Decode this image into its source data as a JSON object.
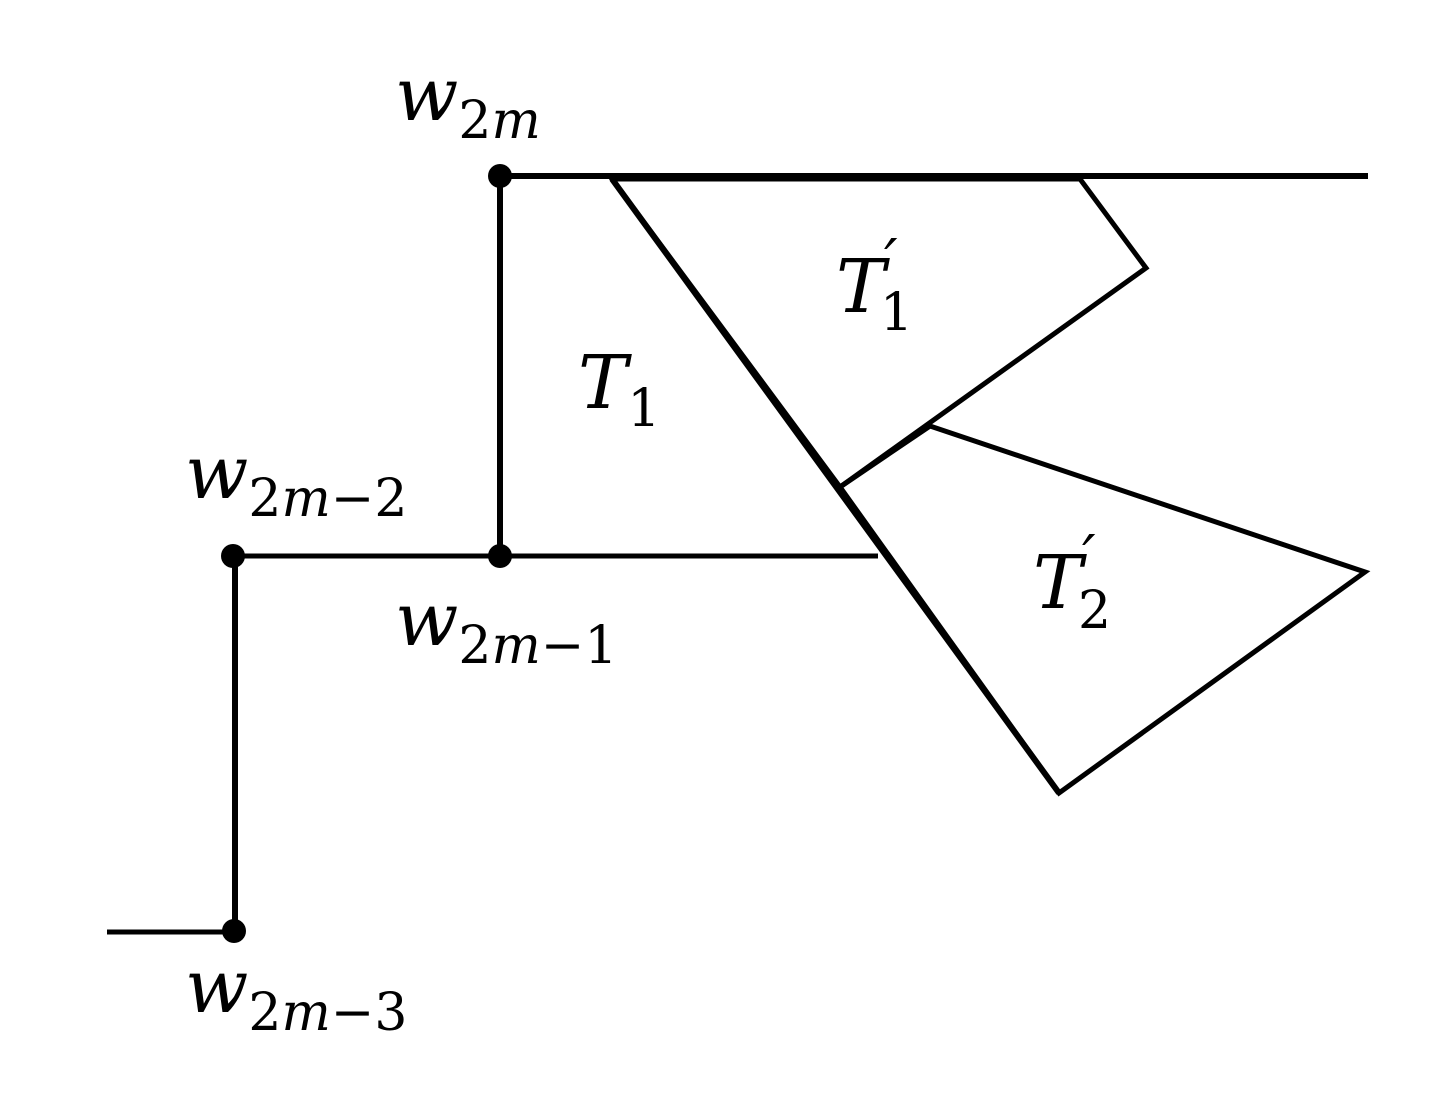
{
  "labels": {
    "w2m": {
      "base": "w",
      "sub_num": "2",
      "sub_var": "m",
      "sub_rest": ""
    },
    "w2m_2": {
      "base": "w",
      "sub_num": "2",
      "sub_var": "m",
      "sub_rest": "−2"
    },
    "w2m_1": {
      "base": "w",
      "sub_num": "2",
      "sub_var": "m",
      "sub_rest": "−1"
    },
    "w2m_3": {
      "base": "w",
      "sub_num": "2",
      "sub_var": "m",
      "sub_rest": "−3"
    },
    "T1": {
      "base": "T",
      "sub": "1"
    },
    "T1p": {
      "base": "T",
      "prime": "′",
      "sub": "1"
    },
    "T2p": {
      "base": "T",
      "prime": "′",
      "sub": "2"
    }
  },
  "colors": {
    "stroke": "#000000",
    "background": "#ffffff"
  }
}
